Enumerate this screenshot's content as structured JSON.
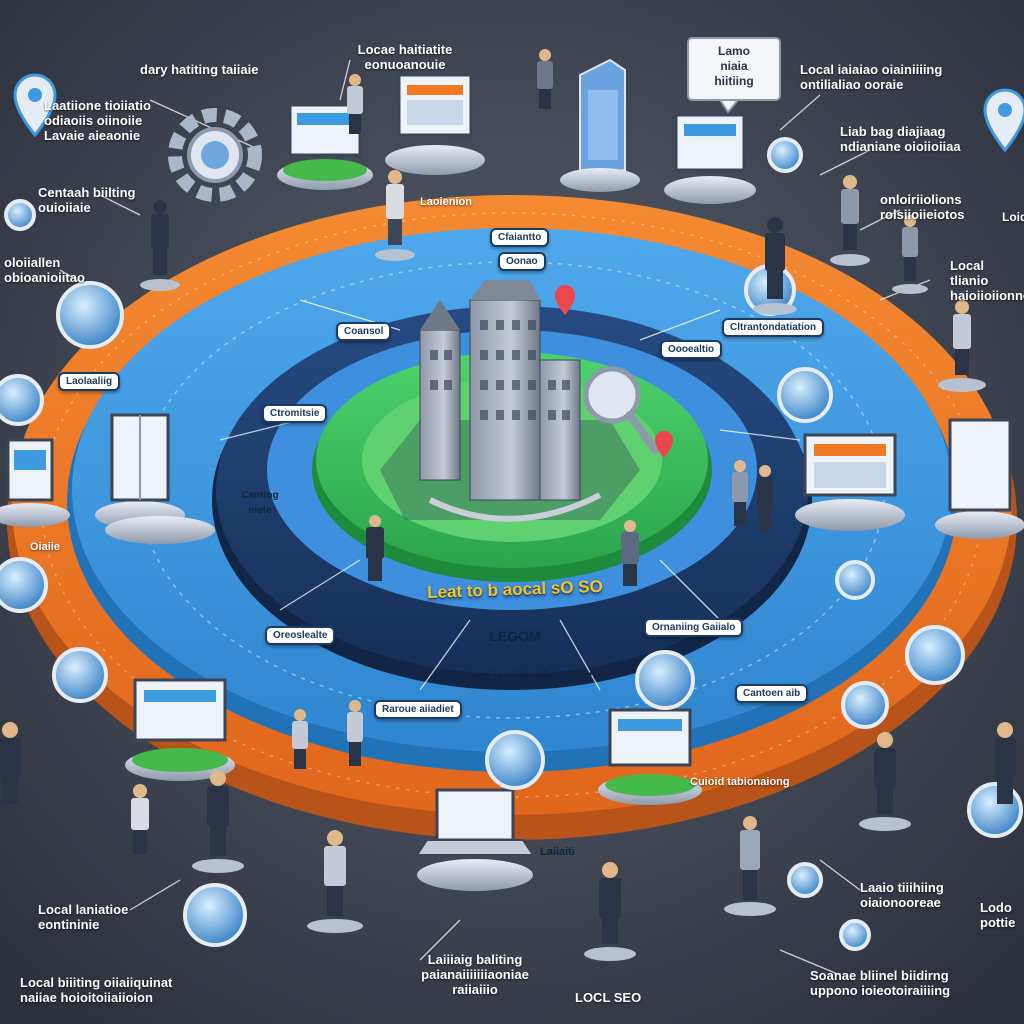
{
  "colors": {
    "background": "#3a4150",
    "outer_ring": "#f07a24",
    "middle_ring": "#3e9ae0",
    "inner_ring": "#1d3f73",
    "core_ring": "#39c463",
    "accent_yellow": "#f2c321"
  },
  "hub": {
    "title": "Leat to b aocal sO SO",
    "subtitle": "LEGOM",
    "inner_caption": "Soang iamitnation stistee",
    "inner_tag": "SO"
  },
  "chips": [
    "Cfaiantto",
    "Oonao",
    "Coansol",
    "Oooealtio",
    "Cltrantondatiation",
    "Ctromitsie",
    "Oreoslealte",
    "Cantoen aib",
    "Raroue aiiadiet",
    "Ornaniing Gaiialo",
    "Laolaaliig"
  ],
  "callouts": {
    "top_center": "Locae haitiatite\neonuoanouie",
    "top_left_small": "dary hatiting taiiaie",
    "left_1": "Laatiione tioiiatio\nodiaoiis oiinoiie\nLavaie aieaonie",
    "left_2": "Centaah biilting\nouioiiaie",
    "left_3": "oloiiallen\nobioanioiitao",
    "right_top": "Local iaiaiao oiainiiiing\nontilialiao ooraie",
    "right_2": "Liab bag diajiaag\nndianiane oioiioiiaa",
    "right_3": "onloiriiolions\nrolsiioiieiotos",
    "right_4": "Local tlianio\nhaioiioiionne",
    "right_small": "Loide",
    "bubble_top": "Lamo\nniaia\nhiitiing",
    "bottom_left_1": "Local laniatioe\neontininie",
    "bottom_left_2": "Local biiiting oiiaiiquinat\nnaiiae hoioitoiiaiioion",
    "bottom_center": "Laiiiaig baliting\npaianaiiiiiiiaoniae\nraiiaiiio",
    "bottom_center_2": "LOCL SEO",
    "bottom_right_1": "Laaio tiiihiing\noiaionooreae",
    "bottom_right_2": "Soanae bliinel biidirng\nuppono ioieotoiraiiiing",
    "bottom_right_3": "Lodo\npottie",
    "ring_text_1": "Laoienion",
    "ring_text_2": "Cantiog\noiete",
    "ring_text_3": "Oiaiie",
    "ring_text_4": "Laiiaiti",
    "ring_text_5": "Cuioid tabionaiong"
  }
}
